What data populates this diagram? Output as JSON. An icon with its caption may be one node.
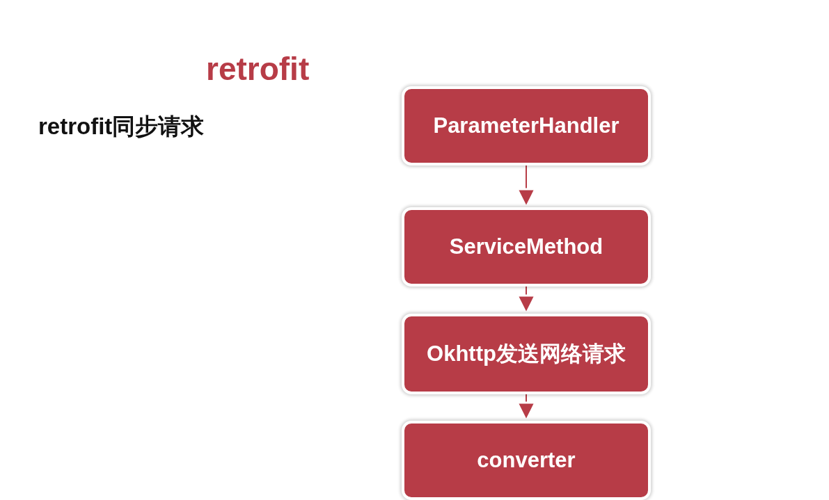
{
  "diagram": {
    "title": "retrofit",
    "nodes": [
      {
        "text": [
          "ParameterHandler"
        ]
      },
      {
        "text": [
          "ServiceMethod"
        ]
      },
      {
        "text": [
          "Okhttp发送网络请求"
        ]
      },
      {
        "text": [
          "converter"
        ]
      }
    ],
    "edges": [
      {
        "from": 0,
        "to": 1,
        "arrow": "to"
      },
      {
        "from": 1,
        "to": 2,
        "arrow": "to"
      },
      {
        "from": 2,
        "to": 3,
        "arrow": "to"
      }
    ],
    "labels": [
      "retrofit同步请求"
    ]
  }
}
